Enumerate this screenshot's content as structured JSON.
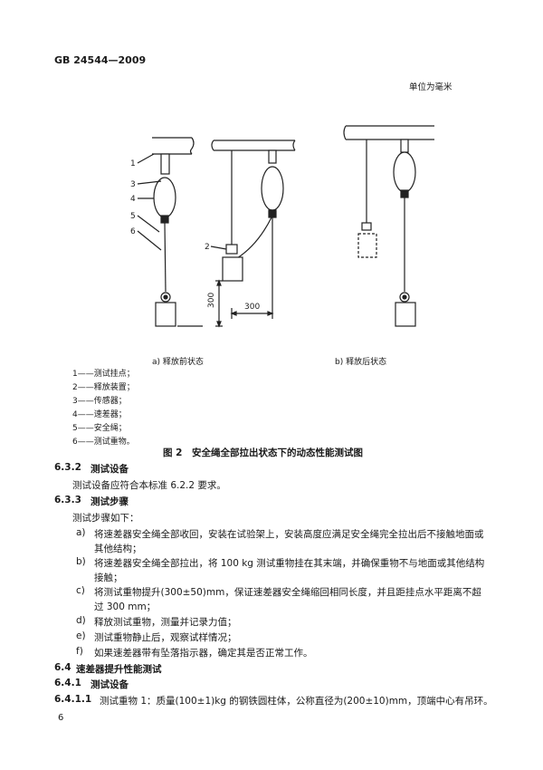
{
  "header": {
    "standard": "GB 24544—2009",
    "unit_note": "单位为毫米"
  },
  "figure": {
    "part_numbers": [
      "1",
      "3",
      "4",
      "5",
      "6",
      "2"
    ],
    "dim_vertical": "300",
    "dim_horizontal": "300",
    "caption_a": "a) 释放前状态",
    "caption_b": "b) 释放后状态",
    "legend": [
      "1——测试挂点；",
      "2——释放装置；",
      "3——传感器；",
      "4——速差器；",
      "5——安全绳；",
      "6——测试重物。"
    ],
    "title": "图 2　安全绳全部拉出状态下的动态性能测试图"
  },
  "sections": {
    "s632_num": "6.3.2",
    "s632_title": "测试设备",
    "s632_text": "测试设备应符合本标准 6.2.2 要求。",
    "s633_num": "6.3.3",
    "s633_title": "测试步骤",
    "s633_intro": "测试步骤如下：",
    "steps": [
      {
        "label": "a)",
        "line1": "将速差器安全绳全部收回，安装在试验架上，安装高度应满足安全绳完全拉出后不接触地面或",
        "line2": "其他结构；"
      },
      {
        "label": "b)",
        "line1": "将速差器安全绳全部拉出，将 100 kg 测试重物挂在其末端，并确保重物不与地面或其他结构",
        "line2": "接触；"
      },
      {
        "label": "c)",
        "line1": "将测试重物提升(300±50)mm，保证速差器安全绳缩回相同长度，并且距挂点水平距离不超",
        "line2": "过 300 mm；"
      },
      {
        "label": "d)",
        "line1": "释放测试重物，测量并记录力值；",
        "line2": ""
      },
      {
        "label": "e)",
        "line1": "测试重物静止后，观察试样情况；",
        "line2": ""
      },
      {
        "label": "f)",
        "line1": "如果速差器带有坠落指示器，确定其是否正常工作。",
        "line2": ""
      }
    ],
    "s64_num": "6.4",
    "s64_title": "速差器提升性能测试",
    "s641_num": "6.4.1",
    "s641_title": "测试设备",
    "s6411_num": "6.4.1.1",
    "s6411_text": "测试重物 1：质量(100±1)kg 的钢铁圆柱体，公称直径为(200±10)mm，顶端中心有吊环。"
  },
  "page_number": "6"
}
